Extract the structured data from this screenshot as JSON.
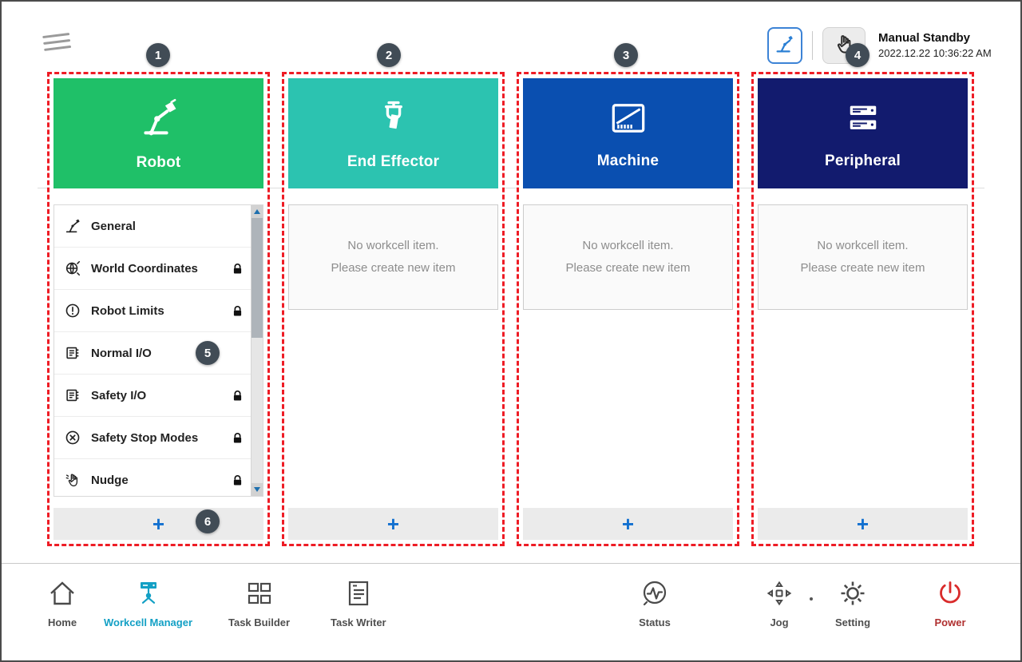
{
  "top_bar": {
    "status_title": "Manual Standby",
    "status_datetime": "2022.12.22 10:36:22 AM"
  },
  "callouts": {
    "c1": "1",
    "c2": "2",
    "c3": "3",
    "c4": "4",
    "c5": "5",
    "c6": "6"
  },
  "empty_state": {
    "line1": "No workcell item.",
    "line2": "Please create new item"
  },
  "columns": {
    "robot": {
      "title": "Robot",
      "header_color": "#1fc068",
      "add_label": "+",
      "items": [
        {
          "label": "General",
          "locked": false
        },
        {
          "label": "World Coordinates",
          "locked": true
        },
        {
          "label": "Robot Limits",
          "locked": true
        },
        {
          "label": "Normal I/O",
          "locked": false
        },
        {
          "label": "Safety I/O",
          "locked": true
        },
        {
          "label": "Safety Stop Modes",
          "locked": true
        },
        {
          "label": "Nudge",
          "locked": true
        }
      ]
    },
    "end_effector": {
      "title": "End Effector",
      "header_color": "#2cc3b0",
      "add_label": "+"
    },
    "machine": {
      "title": "Machine",
      "header_color": "#0a4fb0",
      "add_label": "+"
    },
    "peripheral": {
      "title": "Peripheral",
      "header_color": "#121b6e",
      "add_label": "+"
    }
  },
  "nav": {
    "active": "Workcell Manager",
    "items": [
      {
        "label": "Home"
      },
      {
        "label": "Workcell Manager"
      },
      {
        "label": "Task Builder"
      },
      {
        "label": "Task Writer"
      },
      {
        "label": "Status"
      },
      {
        "label": "Jog"
      },
      {
        "label": "Setting"
      },
      {
        "label": "Power"
      }
    ]
  },
  "colors": {
    "annotation_red": "#ee1c25",
    "active_nav_teal": "#13a0c5",
    "power_red": "#d92b2b",
    "add_plus_blue": "#1270d0",
    "callout_badge": "#414c56"
  },
  "icons": {
    "menu": "hamburger-lines",
    "robot_mode": "robot-arm-outline",
    "hand_guide": "hand-outline",
    "lock": "black-padlock",
    "scroll_up": "triangle-up",
    "scroll_down": "triangle-down"
  }
}
